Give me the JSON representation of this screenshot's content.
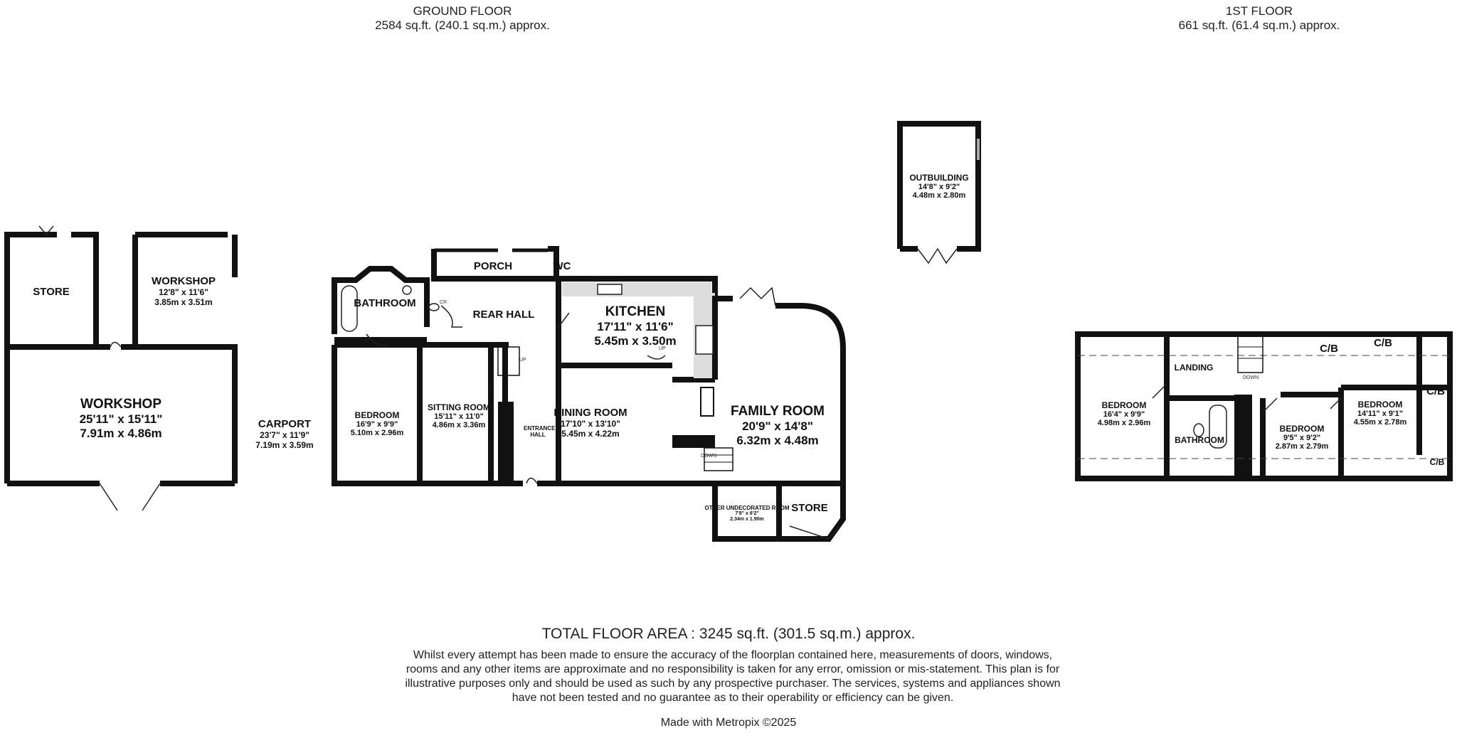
{
  "headers": {
    "ground": {
      "title": "GROUND FLOOR",
      "area": "2584 sq.ft. (240.1 sq.m.) approx."
    },
    "first": {
      "title": "1ST FLOOR",
      "area": "661 sq.ft. (61.4 sq.m.) approx."
    }
  },
  "rooms": {
    "store_left": {
      "name": "STORE"
    },
    "workshop_small": {
      "name": "WORKSHOP",
      "imperial": "12'8\"  x 11'6\"",
      "metric": "3.85m  x 3.51m"
    },
    "workshop_main": {
      "name": "WORKSHOP",
      "imperial": "25'11\"  x 15'11\"",
      "metric": "7.91m  x 4.86m"
    },
    "carport": {
      "name": "CARPORT",
      "imperial": "23'7\"  x 11'9\"",
      "metric": "7.19m  x 3.59m"
    },
    "bathroom_ground": {
      "name": "BATHROOM"
    },
    "porch": {
      "name": "PORCH"
    },
    "wc": {
      "name": "WC"
    },
    "rear_hall": {
      "name": "REAR HALL"
    },
    "kitchen": {
      "name": "KITCHEN",
      "imperial": "17'11\"  x 11'6\"",
      "metric": "5.45m  x 3.50m"
    },
    "bedroom_ground": {
      "name": "BEDROOM",
      "imperial": "16'9\"  x 9'9\"",
      "metric": "5.10m  x 2.96m"
    },
    "sitting_room": {
      "name": "SITTING ROOM",
      "imperial": "15'11\"  x 11'0\"",
      "metric": "4.86m  x 3.36m"
    },
    "entrance_hall": {
      "name": "ENTRANCE HALL"
    },
    "dining_room": {
      "name": "DINING ROOM",
      "imperial": "17'10\"  x 13'10\"",
      "metric": "5.45m  x 4.22m"
    },
    "family_room": {
      "name": "FAMILY ROOM",
      "imperial": "20'9\"  x 14'8\"",
      "metric": "6.32m  x 4.48m"
    },
    "other_room": {
      "name": "OTHER UNDECORATED ROOM",
      "imperial": "7'8\"  x 6'2\"",
      "metric": "2.34m  x 1.90m"
    },
    "store_right": {
      "name": "STORE"
    },
    "outbuilding": {
      "name": "OUTBUILDING",
      "imperial": "14'8\"  x 9'2\"",
      "metric": "4.48m  x 2.80m"
    },
    "bedroom_1": {
      "name": "BEDROOM",
      "imperial": "16'4\"  x 9'9\"",
      "metric": "4.98m  x 2.96m"
    },
    "landing": {
      "name": "LANDING"
    },
    "bathroom_first": {
      "name": "BATHROOM"
    },
    "bedroom_2": {
      "name": "BEDROOM",
      "imperial": "9'5\"  x 9'2\"",
      "metric": "2.87m  x 2.79m"
    },
    "bedroom_3": {
      "name": "BEDROOM",
      "imperial": "14'11\"  x 9'1\"",
      "metric": "4.55m  x 2.78m"
    },
    "cb_1": {
      "name": "C/B"
    },
    "cb_2": {
      "name": "C/B"
    },
    "cb_3": {
      "name": "C/B"
    },
    "cb_4": {
      "name": "C/B"
    }
  },
  "markers": {
    "up": "UP",
    "down": "DOWN",
    "cr": "CR"
  },
  "footer": {
    "total": "TOTAL FLOOR AREA : 3245 sq.ft. (301.5 sq.m.) approx.",
    "disclaimer": "Whilst every attempt has been made to ensure the accuracy of the floorplan contained here, measurements of doors, windows, rooms and any other items are approximate and no responsibility is taken for any error, omission or mis-statement. This plan is for illustrative purposes only and should be used as such by any prospective purchaser. The services, systems and appliances shown have not been tested and no guarantee as to their operability or efficiency can be given.",
    "made_with": "Made with Metropix ©2025"
  }
}
